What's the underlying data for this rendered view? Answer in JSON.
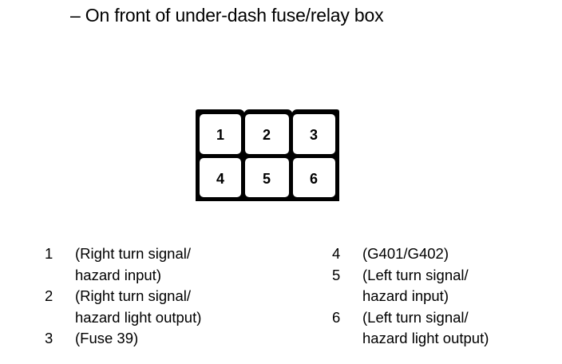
{
  "caption": "– On front of under-dash fuse/relay box",
  "connector": {
    "pins": [
      "1",
      "2",
      "3",
      "4",
      "5",
      "6"
    ]
  },
  "legend": {
    "left": [
      {
        "num": "1",
        "desc": "(Right turn signal/\nhazard input)"
      },
      {
        "num": "2",
        "desc": "(Right turn signal/\nhazard light output)"
      },
      {
        "num": "3",
        "desc": "(Fuse 39)"
      }
    ],
    "right": [
      {
        "num": "4",
        "desc": "(G401/G402)"
      },
      {
        "num": "5",
        "desc": "(Left turn signal/\nhazard input)"
      },
      {
        "num": "6",
        "desc": "(Left turn signal/\nhazard light output)"
      }
    ]
  }
}
